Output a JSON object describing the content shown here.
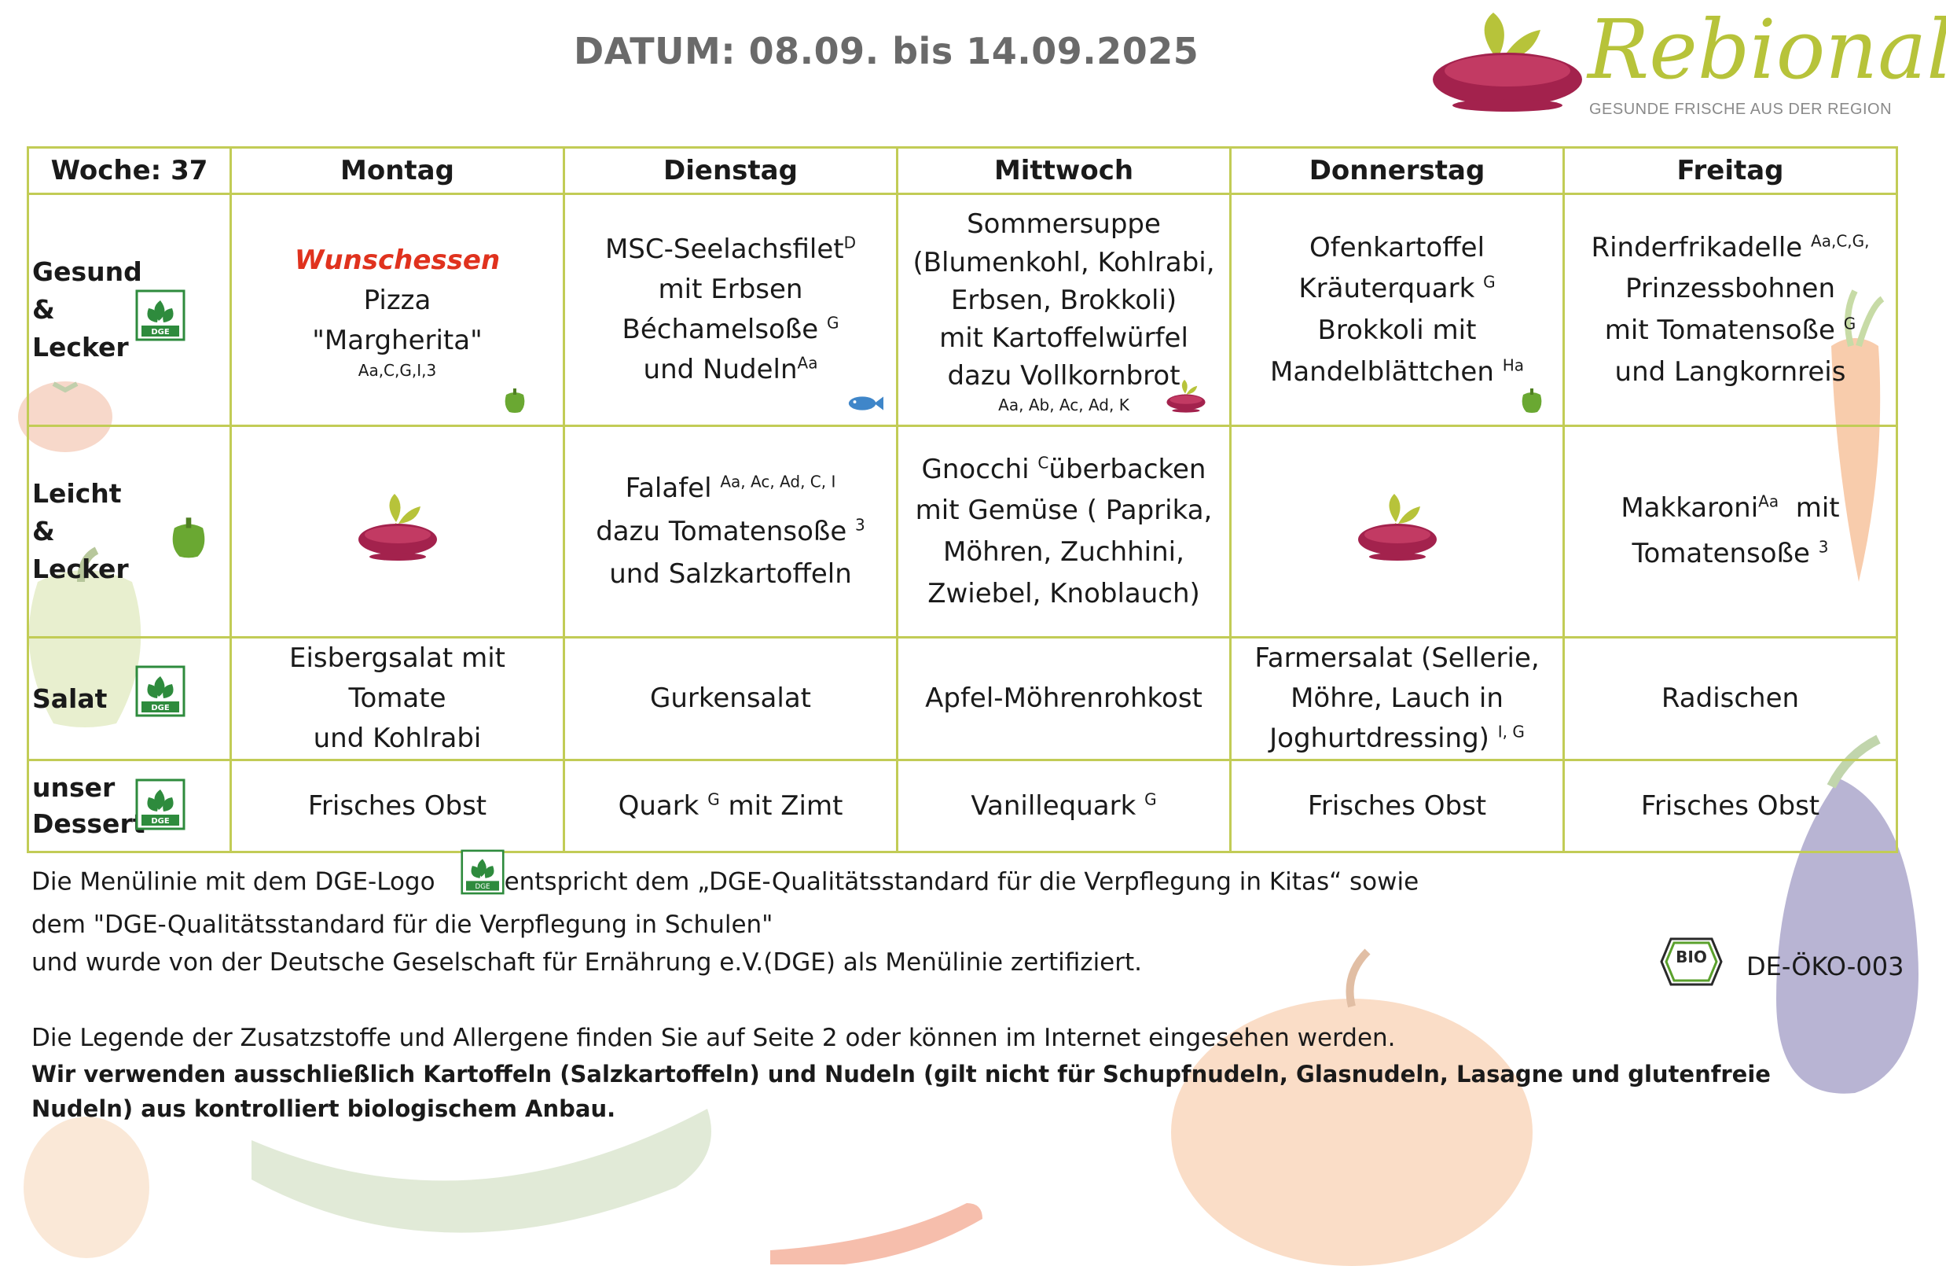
{
  "header": {
    "date": "DATUM:  08.09. bis  14.09.2025",
    "brand": "Rebional",
    "tagline": "GESUNDE FRISCHE AUS DER REGION"
  },
  "table": {
    "week_label": "Woche:  37",
    "days": [
      "Montag",
      "Dienstag",
      "Mittwoch",
      "Donnerstag",
      "Freitag"
    ],
    "rows": {
      "gesund": "Gesund & Lecker",
      "leicht": "Leicht & Lecker",
      "salat": "Salat",
      "dessert": "unser Dessert"
    },
    "gesund": {
      "mon": {
        "title": "Wunschessen",
        "l1": "Pizza",
        "l2": "\"Margherita\"",
        "allergens": "Aa,C,G,I,3"
      },
      "tue": {
        "l1": "MSC-Seelachsfilet",
        "s1": "D",
        "l2": "mit Erbsen",
        "l3": "Béchamelsoße",
        "s3": "G",
        "l4": "und Nudeln",
        "s4": "Aa"
      },
      "wed": {
        "l1": "Sommersuppe",
        "l2": "(Blumenkohl, Kohlrabi,",
        "l3": "Erbsen, Brokkoli)",
        "l4": "mit Kartoffelwürfel",
        "l5": "dazu  Vollkornbrot",
        "allergens": "Aa, Ab, Ac, Ad, K"
      },
      "thu": {
        "l1": "Ofenkartoffel",
        "l2": "Kräuterquark",
        "s2": "G",
        "l3": "Brokkoli mit",
        "l4": "Mandelblättchen",
        "s4": "Ha"
      },
      "fri": {
        "l1": "Rinderfrikadelle",
        "s1": "Aa,C,G,",
        "l2": "Prinzessbohnen",
        "l3": "mit Tomatensoße",
        "s3": "G",
        "l4": "und Langkornreis"
      }
    },
    "leicht": {
      "tue": {
        "l1": "Falafel",
        "s1": "Aa, Ac, Ad, C, I",
        "l2": "dazu Tomatensoße",
        "s2": "3",
        "l3": "und Salzkartoffeln"
      },
      "wed": {
        "l1": "Gnocchi",
        "s1": "C",
        "l1b": "überbacken",
        "l2": "mit  Gemüse ( Paprika,",
        "l3": "Möhren, Zuchhini,",
        "l4": "Zwiebel, Knoblauch)"
      },
      "fri": {
        "l1": "Makkaroni",
        "s1": "Aa",
        "l1b": "mit",
        "l2": "Tomatensoße",
        "s2": "3"
      }
    },
    "salat": {
      "mon": {
        "l1": "Eisbergsalat mit Tomate",
        "l2": "und Kohlrabi"
      },
      "tue": {
        "l1": "Gurkensalat"
      },
      "wed": {
        "l1": "Apfel-Möhrenrohkost"
      },
      "thu": {
        "l1": "Farmersalat (Sellerie,",
        "l2": "Möhre, Lauch in",
        "l3": "Joghurtdressing)",
        "s3": "I, G"
      },
      "fri": {
        "l1": "Radischen"
      }
    },
    "dessert": {
      "mon": {
        "l1": "Frisches Obst"
      },
      "tue": {
        "l1": "Quark",
        "s1": "G",
        "l1b": "mit Zimt"
      },
      "wed": {
        "l1": "Vanillequark",
        "s1": "G"
      },
      "thu": {
        "l1": "Frisches Obst"
      },
      "fri": {
        "l1": "Frisches Obst"
      }
    }
  },
  "notes": {
    "line1a": "Die Menülinie mit dem DGE-Logo",
    "line1b": "entspricht dem „DGE-Qualitätsstandard für die Verpflegung in Kitas“  sowie",
    "line2": "dem \"DGE-Qualitätsstandard für die Verpflegung in Schulen\"",
    "line3": "und wurde von der Deutsche Geselschaft für Ernährung  e.V.(DGE) als Menülinie zertifiziert.",
    "line4": "Die Legende der Zusatzstoffe und Allergene finden Sie auf Seite 2 oder können im Internet eingesehen werden.",
    "bold1": "Wir verwenden ausschließlich Kartoffeln (Salzkartoffeln) und Nudeln (gilt nicht für Schupfnudeln, Glasnudeln, Lasagne und glutenfreie",
    "bold2": "Nudeln) aus kontrolliert biologischem Anbau."
  },
  "badges": {
    "dge": "DGE",
    "bio": "BIO",
    "bio_code": "DE-ÖKO-003"
  },
  "colors": {
    "border": "#c2cc56",
    "brand_green": "#b7c33a",
    "brand_bowl": "#a3224d",
    "highlight_red": "#e0321e"
  }
}
